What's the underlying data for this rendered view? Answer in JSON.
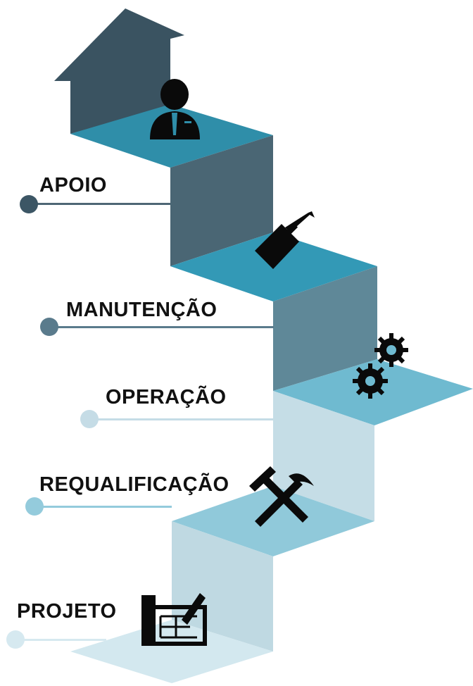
{
  "colors": {
    "apoio": "#3c5665",
    "manutencao": "#5a7b8c",
    "operacao": "#c5dce6",
    "requalificacao": "#94cbdc",
    "projeto": "#d6e9f0"
  },
  "steps": [
    {
      "label": "APOIO",
      "icon": "businessman-icon"
    },
    {
      "label": "MANUTENÇÃO",
      "icon": "paint-brush-icon"
    },
    {
      "label": "OPERAÇÃO",
      "icon": "gears-icon"
    },
    {
      "label": "REQUALIFICAÇÃO",
      "icon": "hammer-pick-icon"
    },
    {
      "label": "PROJETO",
      "icon": "blueprint-pen-icon"
    }
  ]
}
